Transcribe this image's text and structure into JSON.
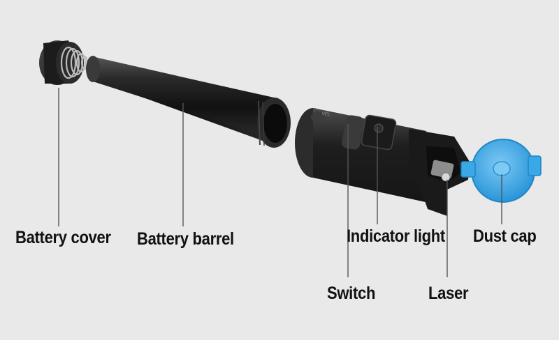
{
  "labels": {
    "battery_cover": "Battery cover",
    "battery_barrel": "Battery barrel",
    "indicator_light": "Indicator light",
    "dust_cap": "Dust cap",
    "switch": "Switch",
    "laser": "Laser"
  },
  "colors": {
    "background": "#e9e9e9",
    "body": "#1e1e1e",
    "dust_cap": "#3aa8e6",
    "leader_line": "#555555"
  }
}
